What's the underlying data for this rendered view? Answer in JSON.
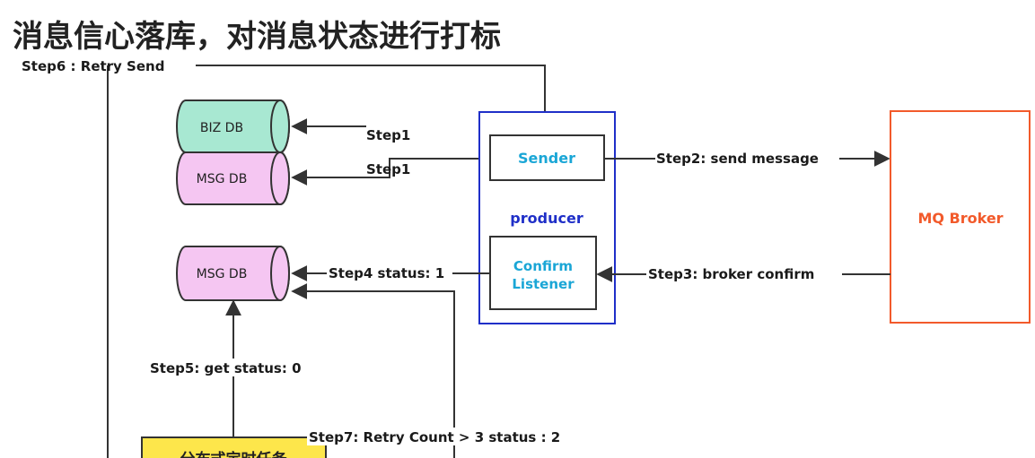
{
  "title": "消息信心落库，对消息状态进行打标",
  "databases": {
    "biz_db": "BIZ DB",
    "msg_db_top": "MSG DB",
    "msg_db_bottom": "MSG DB"
  },
  "producer": {
    "label": "producer",
    "sender": "Sender",
    "confirm_line1": "Confirm",
    "confirm_line2": "Listener"
  },
  "broker": {
    "label": "MQ Broker"
  },
  "scheduler": {
    "label": "分布式定时任务"
  },
  "steps": {
    "step1_a": "Step1",
    "step1_b": "Step1",
    "step2": "Step2:  send message",
    "step3": "Step3:  broker confirm",
    "step4": "Step4 status: 1",
    "step5": "Step5: get status:  0",
    "step6": "Step6 :  Retry Send",
    "step7": "Step7: Retry Count > 3 status : 2"
  },
  "colors": {
    "biz_db_fill": "#a8e8d2",
    "msg_db_fill": "#f5c6f2",
    "producer_border": "#1f2fc8",
    "producer_label": "#1f2fc8",
    "inner_text": "#1aa6d6",
    "broker_border": "#f25a2b",
    "broker_text": "#f25a2b",
    "scheduler_fill": "#fde64b"
  }
}
